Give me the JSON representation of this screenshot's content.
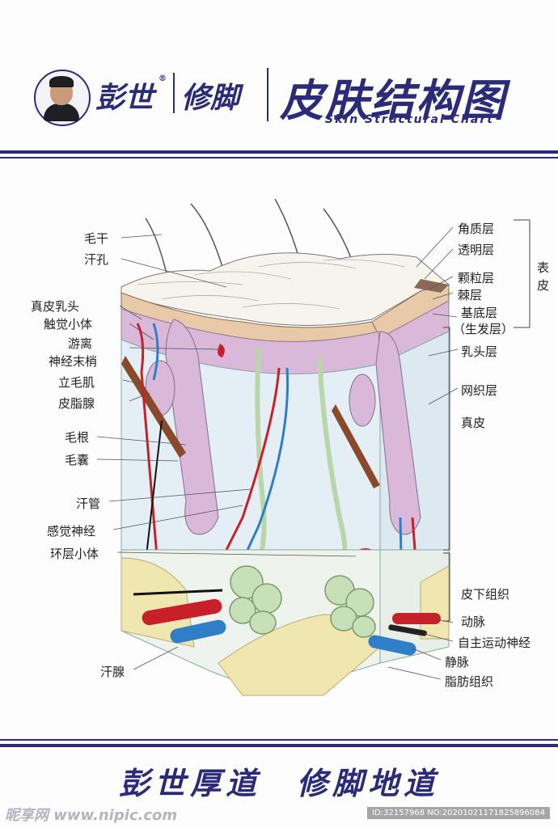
{
  "header": {
    "brand_1": "彭世",
    "brand_reg": "®",
    "brand_2": "修脚",
    "title": "皮肤结构图",
    "subtitle": "Skin Structural Chart"
  },
  "labels_left": [
    "毛干",
    "汗孔",
    "真皮乳头",
    "触觉小体",
    "游离",
    "神经末梢",
    "立毛肌",
    "皮脂腺",
    "毛根",
    "毛囊",
    "汗管",
    "感觉神经",
    "环层小体",
    "汗腺"
  ],
  "labels_right": [
    "角质层",
    "透明层",
    "颗粒层",
    "棘层",
    "基底层",
    "（生发层）",
    "乳头层",
    "网织层",
    "真皮",
    "皮下组织",
    "动脉",
    "自主运动神经",
    "静脉",
    "脂肪组织"
  ],
  "group_biaopi": [
    "表",
    "皮"
  ],
  "slogan": "彭世厚道　修脚地道",
  "watermark": {
    "left": "昵享网 www.nipic.com",
    "right": "ID:32157968 NO:20201021171825896084"
  },
  "colors": {
    "brand_navy": "#2b2b7a",
    "epidermis": "#e8c9a8",
    "dermis_pink": "#d9b8d9",
    "artery": "#c8202a",
    "vein": "#2f7fc8",
    "gland": "#c8e0b8",
    "fat": "#efe6b0"
  }
}
